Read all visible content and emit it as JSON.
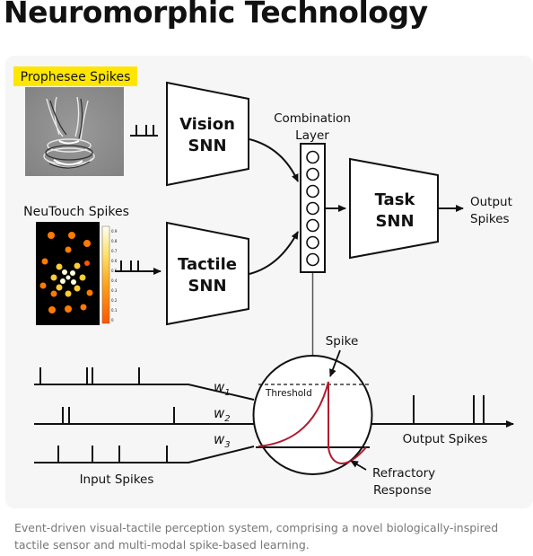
{
  "page": {
    "title": "Neuromorphic Technology"
  },
  "figure": {
    "prophesee_label": "Prophesee Spikes",
    "neutouch_label": "NeuTouch Spikes",
    "vision_snn": {
      "line1": "Vision",
      "line2": "SNN"
    },
    "tactile_snn": {
      "line1": "Tactile",
      "line2": "SNN"
    },
    "combination_layer": {
      "line1": "Combination",
      "line2": "Layer"
    },
    "task_snn": {
      "line1": "Task",
      "line2": "SNN"
    },
    "output_top": {
      "line1": "Output",
      "line2": "Spikes"
    },
    "spike_label": "Spike",
    "threshold_label": "Threshold",
    "weights": {
      "w1": "w1",
      "w2": "w2",
      "w3": "w3"
    },
    "input_spikes_label": "Input Spikes",
    "output_spikes_label": "Output Spikes",
    "refractory": {
      "line1": "Refractory",
      "line2": "Response"
    },
    "colorbar_ticks": [
      "0.9",
      "0.8",
      "0.7",
      "0.6",
      "0.5",
      "0.4",
      "0.3",
      "0.2",
      "0.1",
      "0"
    ]
  },
  "caption": "Event-driven visual-tactile perception system, comprising a novel biologically-inspired tactile sensor and multi-modal spike-based learning.",
  "colors": {
    "highlight": "#ffe600",
    "curve": "#b01a2e",
    "caption": "#777777",
    "card": "#f6f6f7"
  }
}
